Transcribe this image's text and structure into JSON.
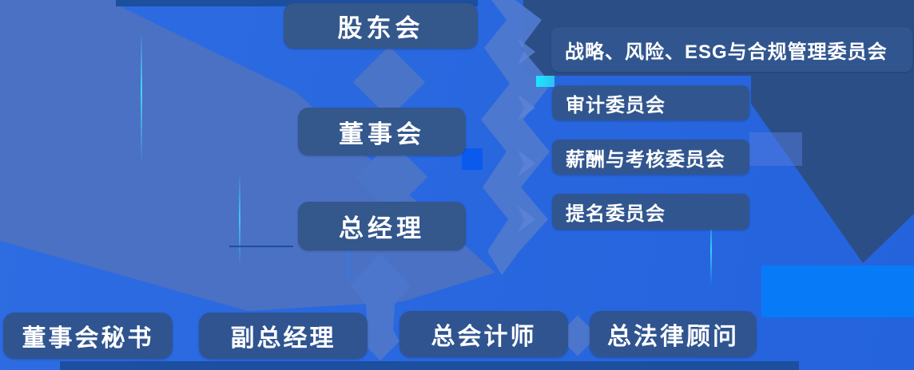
{
  "palette": {
    "background_bright_blue": "#2A68E0",
    "background_muted_blue": "#4A71C3",
    "background_navy": "#2C4E87",
    "bar_navy": "#1C4F9E",
    "node_fill": "#34578C",
    "committee_fill": "#31568F",
    "executive_fill": "#2F5490",
    "accent_cyan": "#18E7FF",
    "accent_azure": "#077BF7",
    "text_color": "#FFFFFF"
  },
  "chain": [
    {
      "id": "shareholders-meeting",
      "label": "股东会"
    },
    {
      "id": "board-of-directors",
      "label": "董事会"
    },
    {
      "id": "general-manager",
      "label": "总经理"
    }
  ],
  "committees": [
    {
      "id": "strategy-risk-esg-compliance-committee",
      "label": "战略、风险、ESG与合规管理委员会"
    },
    {
      "id": "audit-committee",
      "label": "审计委员会"
    },
    {
      "id": "remuneration-appraisal-committee",
      "label": "薪酬与考核委员会"
    },
    {
      "id": "nomination-committee",
      "label": "提名委员会"
    }
  ],
  "executives": [
    {
      "id": "board-secretary",
      "label": "董事会秘书"
    },
    {
      "id": "deputy-general-manager",
      "label": "副总经理"
    },
    {
      "id": "chief-accountant",
      "label": "总会计师"
    },
    {
      "id": "general-legal-counsel",
      "label": "总法律顾问"
    }
  ]
}
